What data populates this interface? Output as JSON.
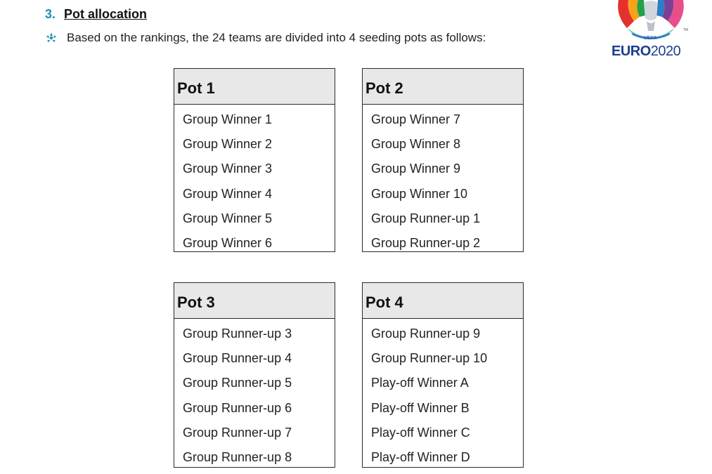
{
  "section": {
    "number": "3.",
    "title": "Pot allocation"
  },
  "intro": {
    "text": "Based on the rankings, the 24 teams are divided into 4 seeding pots as follows:",
    "icon": "football-bullet-icon"
  },
  "logo": {
    "text_main": "EURO",
    "text_year": "2020",
    "colors": [
      "#e4312b",
      "#f7a21b",
      "#1fa34a",
      "#2d7fc1",
      "#7b3f98",
      "#e94e8a"
    ]
  },
  "pots": [
    {
      "name": "Pot 1",
      "teams": [
        "Group Winner 1",
        "Group Winner 2",
        "Group Winner 3",
        "Group Winner 4",
        "Group Winner 5",
        "Group Winner 6"
      ]
    },
    {
      "name": "Pot 2",
      "teams": [
        "Group Winner 7",
        "Group Winner 8",
        "Group Winner 9",
        "Group Winner 10",
        "Group Runner-up 1",
        "Group Runner-up 2"
      ]
    },
    {
      "name": "Pot 3",
      "teams": [
        "Group Runner-up 3",
        "Group Runner-up 4",
        "Group Runner-up 5",
        "Group Runner-up 6",
        "Group Runner-up 7",
        "Group Runner-up 8"
      ]
    },
    {
      "name": "Pot 4",
      "teams": [
        "Group Runner-up 9",
        "Group Runner-up 10",
        "Play-off Winner A",
        "Play-off Winner B",
        "Play-off Winner C",
        "Play-off Winner D"
      ]
    }
  ]
}
